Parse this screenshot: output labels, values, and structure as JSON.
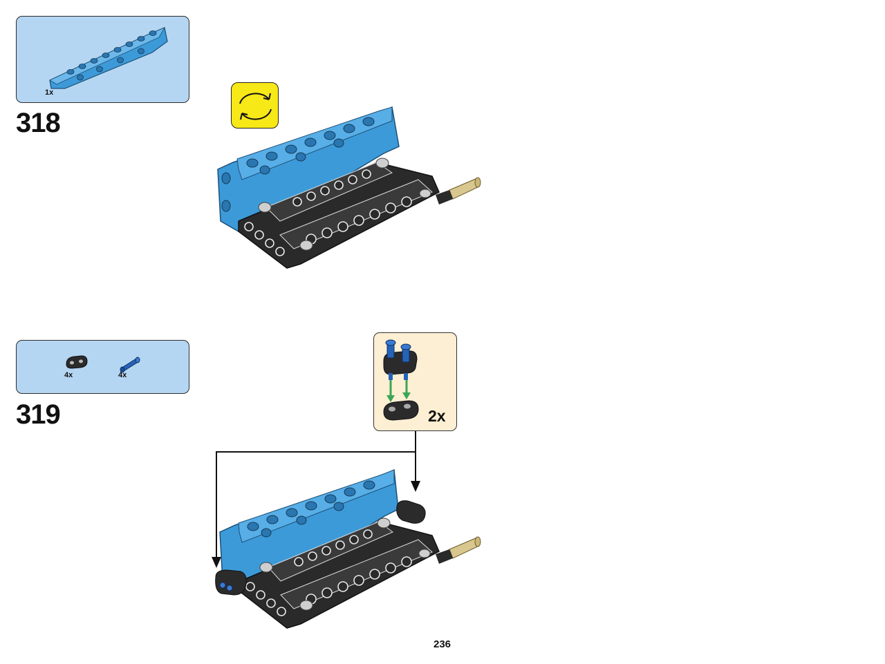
{
  "page_number": "236",
  "steps": [
    {
      "number": "318",
      "parts": [
        {
          "qty": "1x",
          "icon": "blue-beam-icon"
        }
      ],
      "rotate_indicator": "rotate-model-icon"
    },
    {
      "number": "319",
      "parts": [
        {
          "qty": "4x",
          "icon": "black-connector-icon"
        },
        {
          "qty": "4x",
          "icon": "blue-pin-icon"
        }
      ],
      "subassembly": {
        "multiplier": "2x"
      }
    }
  ],
  "colors": {
    "parts_box_bg": "#b5d6f2",
    "model_blue": "#3d9ad8",
    "model_black": "#2a2a2a",
    "rotate_yellow": "#f7e818",
    "subassembly_bg": "#fdefd3",
    "arrow_green": "#3aa655"
  }
}
